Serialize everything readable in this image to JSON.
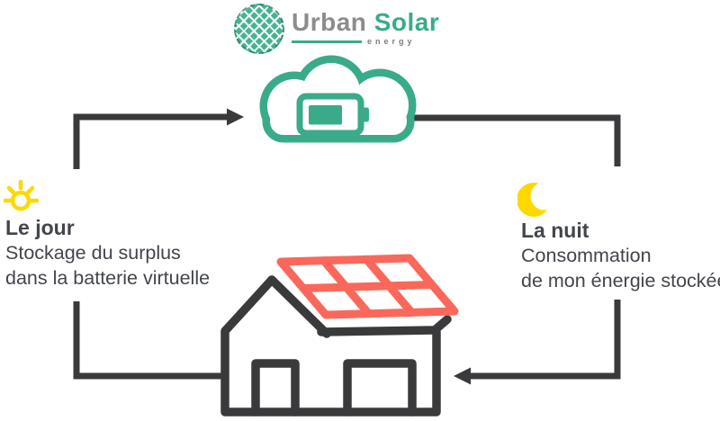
{
  "colors": {
    "teal": "#3aab8a",
    "globe": "#45b493",
    "coral": "#f9685a",
    "charcoal": "#3a3a3c",
    "text": "#43454c",
    "gray": "#8c8c8c",
    "yellow": "#ffd800"
  },
  "logo": {
    "icon": "solar-globe-icon",
    "brand_first": "Urban",
    "brand_second": "Solar",
    "subtitle": "energy"
  },
  "day_card": {
    "icon": "sun-icon",
    "title": "Le jour",
    "line1": "Stockage du surplus",
    "line2": "dans la batterie virtuelle"
  },
  "night_card": {
    "icon": "moon-icon",
    "title": "La nuit",
    "line1": "Consommation",
    "line2": "de mon énergie stockée"
  },
  "diagram_icons": {
    "cloud": "cloud-virtual-battery-icon",
    "house": "solar-house-icon",
    "panel": "solar-panel-icon",
    "day_arrow": "arrow-house-to-cloud",
    "night_arrow": "arrow-cloud-to-house"
  }
}
